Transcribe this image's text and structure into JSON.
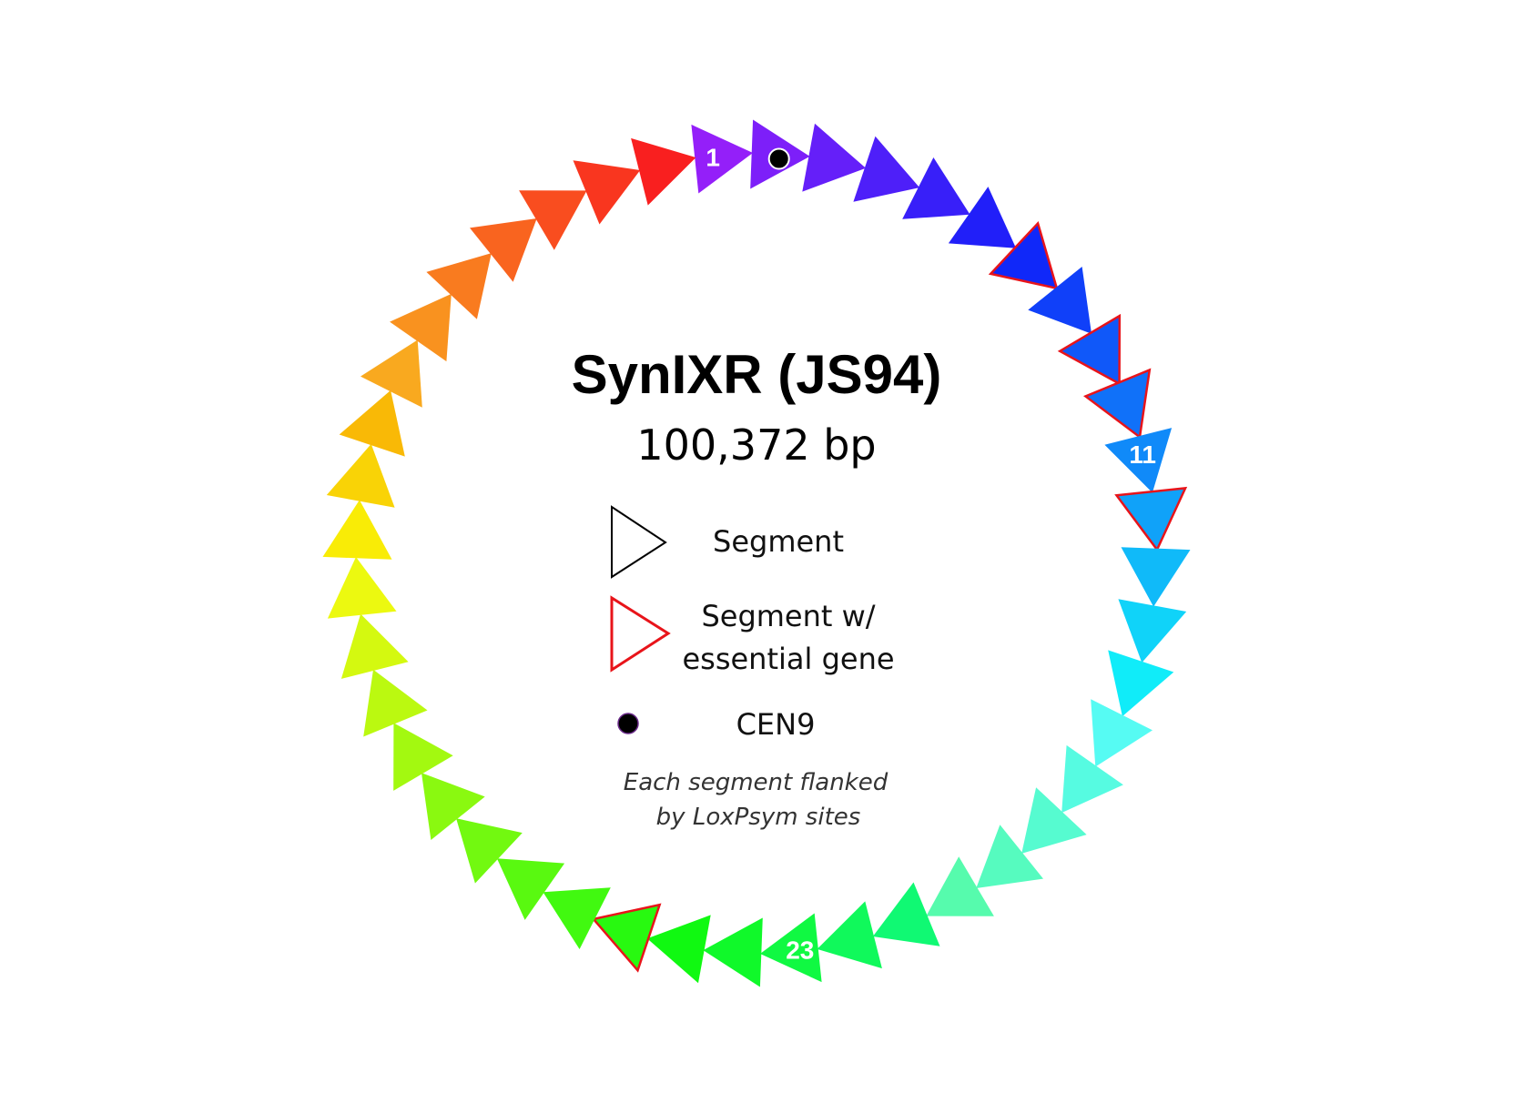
{
  "title": "SynIXR (JS94)",
  "size_label": "100,372 bp",
  "legend": {
    "segment_label": "Segment",
    "essential_label_line1": "Segment w/",
    "essential_label_line2": "essential gene",
    "cen_label": "CEN9",
    "note_line1": "Each segment flanked",
    "note_line2": "by LoxPsym sites"
  },
  "colors": {
    "essential_outline": "#e8141a",
    "centromere": "#000000",
    "label_text": "#ffffff"
  },
  "segments": {
    "count": 44,
    "essential": [
      7,
      9,
      10,
      12,
      26
    ],
    "labeled": [
      {
        "index": 1,
        "text": "1"
      },
      {
        "index": 11,
        "text": "11"
      },
      {
        "index": 23,
        "text": "23"
      }
    ],
    "centromere_segment": 2
  }
}
